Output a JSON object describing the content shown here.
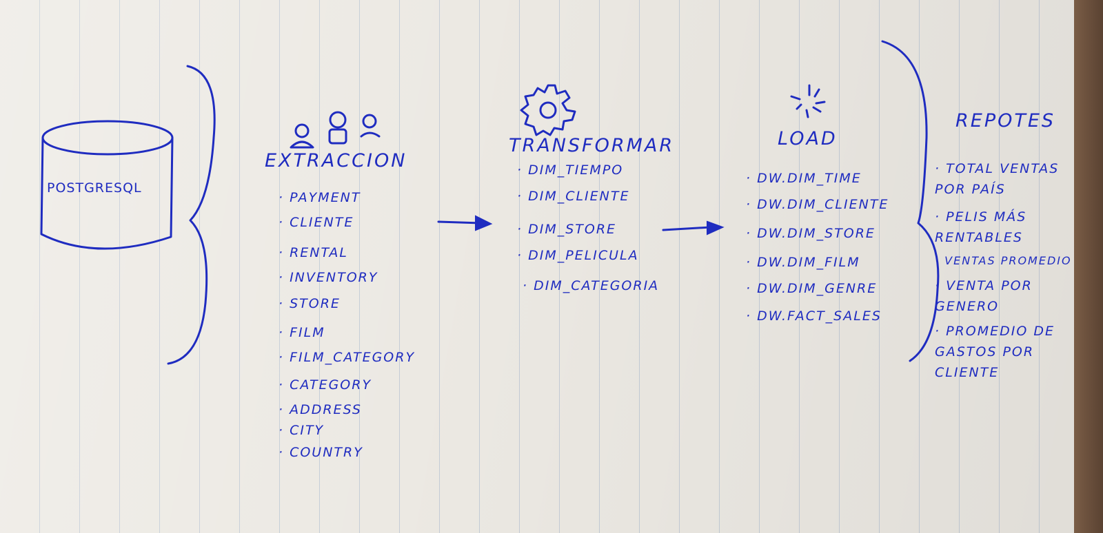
{
  "source": {
    "label": "POSTGRESQL"
  },
  "extraction": {
    "title": "EXTRACCION",
    "items": [
      "PAYMENT",
      "CLIENTE",
      "RENTAL",
      "INVENTORY",
      "STORE",
      "FILM",
      "FILM_CATEGORY",
      "CATEGORY",
      "ADDRESS",
      "CITY",
      "COUNTRY"
    ]
  },
  "transform": {
    "title": "TRANSFORMAR",
    "items": [
      "DIM_TIEMPO",
      "DIM_CLIENTE",
      "DIM_STORE",
      "DIM_PELICULA",
      "DIM_CATEGORIA"
    ]
  },
  "load": {
    "title": "LOAD",
    "items": [
      "DW.DIM_TIME",
      "DW.DIM_CLIENTE",
      "DW.DIM_STORE",
      "DW.DIM_FILM",
      "DW.DIM_GENRE",
      "DW.FACT_SALES"
    ]
  },
  "reports": {
    "title": "REPOTES",
    "items": [
      "TOTAL VENTAS POR PAÍS",
      "PELIS MÁS RENTABLES",
      "VENTAS PROMEDIO",
      "VENTA POR GENERO",
      "PROMEDIO DE GASTOS POR CLIENTE"
    ]
  },
  "icons": [
    "database-cylinder-icon",
    "users-icon",
    "gear-icon",
    "sparkle-icon",
    "arrow-right-icon",
    "curly-brace-icon"
  ],
  "colors": {
    "ink": "#1f2cc0",
    "paper": "#ece9e3"
  }
}
